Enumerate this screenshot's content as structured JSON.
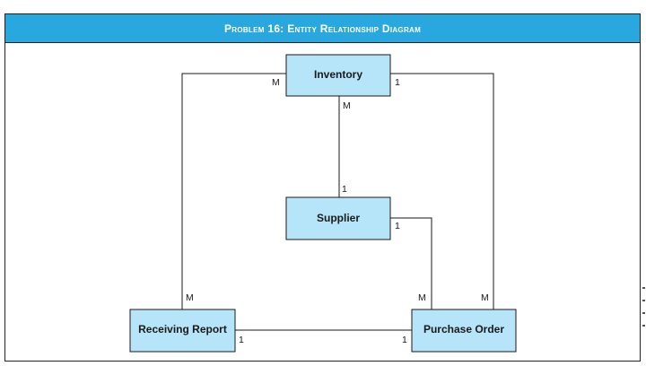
{
  "title": "Problem 16: Entity Relationship Diagram",
  "colors": {
    "title_bar": "#29a8df",
    "entity_fill": "#b6e4f8",
    "line": "#1a1a1a"
  },
  "entities": {
    "inventory": "Inventory",
    "supplier": "Supplier",
    "receiving_report": "Receiving Report",
    "purchase_order": "Purchase Order"
  },
  "cardinalities": {
    "inventory_receiving_at_inventory": "M",
    "inventory_receiving_at_receiving": "M",
    "inventory_purchase_at_inventory": "1",
    "inventory_purchase_at_purchase": "M",
    "inventory_supplier_at_inventory": "M",
    "inventory_supplier_at_supplier": "1",
    "supplier_purchase_at_supplier": "1",
    "supplier_purchase_at_purchase": "M",
    "receiving_purchase_at_receiving": "1",
    "receiving_purchase_at_purchase": "1"
  }
}
